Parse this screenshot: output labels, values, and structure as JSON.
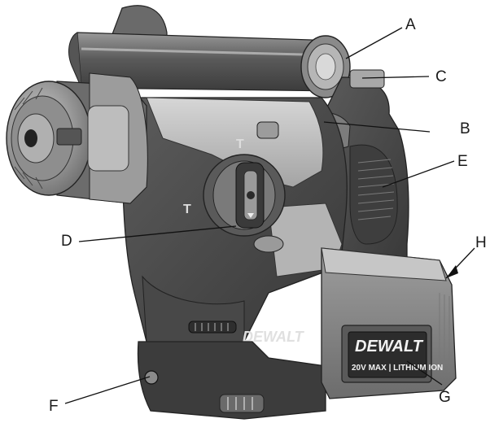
{
  "figure": {
    "brand_text": "DEWALT",
    "battery_text": "20V MAX | LITHIUM ION",
    "glyph_mode_top": "T",
    "glyph_mode_left": "T"
  },
  "callouts": [
    {
      "id": "A",
      "label": "A"
    },
    {
      "id": "B",
      "label": "B"
    },
    {
      "id": "C",
      "label": "C"
    },
    {
      "id": "D",
      "label": "D"
    },
    {
      "id": "E",
      "label": "E"
    },
    {
      "id": "F",
      "label": "F"
    },
    {
      "id": "G",
      "label": "G"
    },
    {
      "id": "H",
      "label": "H"
    }
  ],
  "colors": {
    "body_dark": "#4a4a4a",
    "body_mid": "#8c8c8c",
    "body_light": "#bdbdbd",
    "highlight": "#e6e6e6",
    "ink": "#111111"
  }
}
